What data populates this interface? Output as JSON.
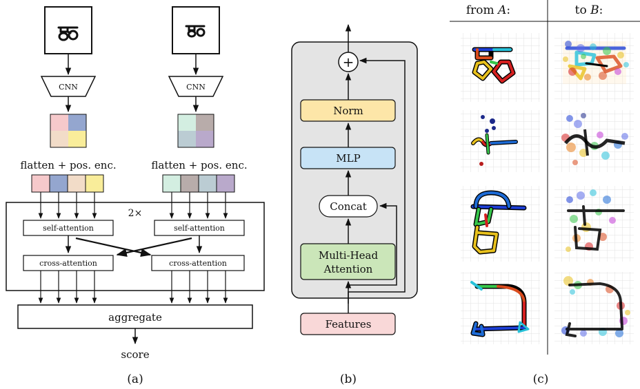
{
  "panel_a": {
    "cnn_label": "CNN",
    "flatten_label": "flatten + pos. enc.",
    "repeat_label": "2×",
    "self_attention": "self-attention",
    "cross_attention": "cross-attention",
    "aggregate": "aggregate",
    "score": "score",
    "caption": "(a)",
    "left_grid_colors": [
      "#f6c9cb",
      "#94a6cf",
      "#f2dcc8",
      "#f9ed9a"
    ],
    "right_grid_colors": [
      "#d3eee1",
      "#b8acaa",
      "#bbccd3",
      "#b9a9cb"
    ]
  },
  "panel_b": {
    "norm": "Norm",
    "mlp": "MLP",
    "concat": "Concat",
    "mha_line1": "Multi-Head",
    "mha_line2": "Attention",
    "features": "Features",
    "plus": "+",
    "caption": "(b)",
    "colors": {
      "norm": "#fde6a8",
      "mlp": "#c7e3f6",
      "mha": "#cbe6b9",
      "features": "#f9d8d8",
      "block": "#e4e4e4"
    }
  },
  "panel_c": {
    "from_prefix": "from ",
    "from_var": "A",
    "to_prefix": "to ",
    "to_var": "B",
    "colon": ":",
    "caption": "(c)"
  }
}
